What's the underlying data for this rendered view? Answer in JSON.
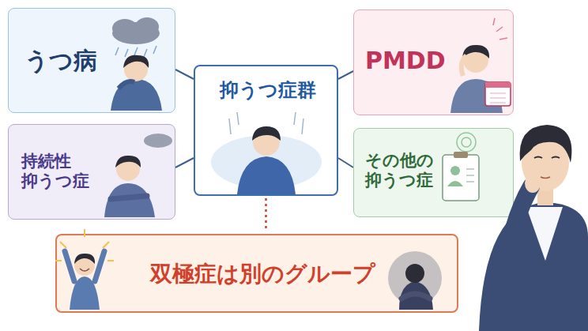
{
  "diagram": {
    "nodes": [
      {
        "text": [
          "うつ病"
        ]
      },
      {
        "text": [
          "抑うつ症群"
        ]
      },
      {
        "text": [
          "PMDD"
        ]
      },
      {
        "text": [
          "持続性 抑うつ症"
        ]
      },
      {
        "text": [
          "その他の 抑うつ症"
        ]
      },
      {
        "text": [
          "双極症は別のグループ"
        ]
      }
    ],
    "edges": [
      {
        "from": 1,
        "to": 0,
        "arrow": "none"
      },
      {
        "from": 1,
        "to": 2,
        "arrow": "none"
      },
      {
        "from": 1,
        "to": 3,
        "arrow": "none"
      },
      {
        "from": 1,
        "to": 4,
        "arrow": "none"
      },
      {
        "from": 1,
        "to": 5,
        "arrow": "none"
      }
    ]
  }
}
